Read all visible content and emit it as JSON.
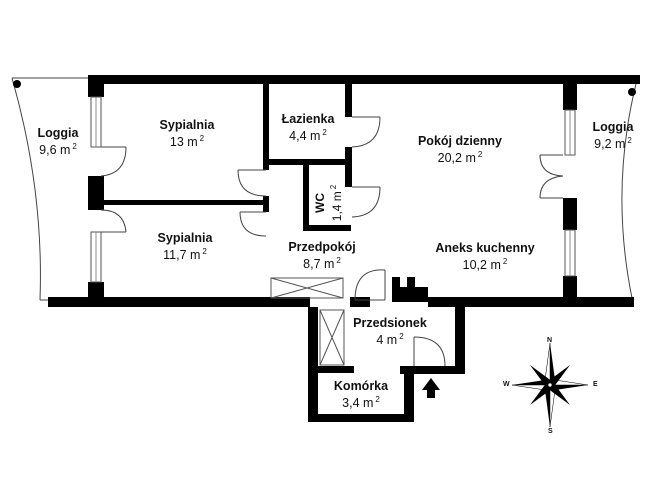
{
  "rooms": {
    "loggia_left": {
      "name": "Loggia",
      "area": "9,6 m",
      "unit_sup": "2"
    },
    "sypialnia_1": {
      "name": "Sypialnia",
      "area": "13 m",
      "unit_sup": "2"
    },
    "lazienka": {
      "name": "Łazienka",
      "area": "4,4 m",
      "unit_sup": "2"
    },
    "wc": {
      "name": "WC",
      "area": "1,4 m",
      "unit_sup": "2"
    },
    "pokoj_dzienny": {
      "name": "Pokój dzienny",
      "area": "20,2 m",
      "unit_sup": "2"
    },
    "loggia_right": {
      "name": "Loggia",
      "area": "9,2 m",
      "unit_sup": "2"
    },
    "sypialnia_2": {
      "name": "Sypialnia",
      "area": "11,7 m",
      "unit_sup": "2"
    },
    "przedpokoj": {
      "name": "Przedpokój",
      "area": "8,7 m",
      "unit_sup": "2"
    },
    "aneks": {
      "name": "Aneks kuchenny",
      "area": "10,2 m",
      "unit_sup": "2"
    },
    "przedsionek": {
      "name": "Przedsionek",
      "area": "4 m",
      "unit_sup": "2"
    },
    "komorka": {
      "name": "Komórka",
      "area": "3,4 m",
      "unit_sup": "2"
    }
  },
  "compass": {
    "n": "N",
    "s": "S",
    "e": "E",
    "w": "W"
  },
  "colors": {
    "wall": "#000000",
    "thin_line": "#555555",
    "background": "#ffffff"
  }
}
